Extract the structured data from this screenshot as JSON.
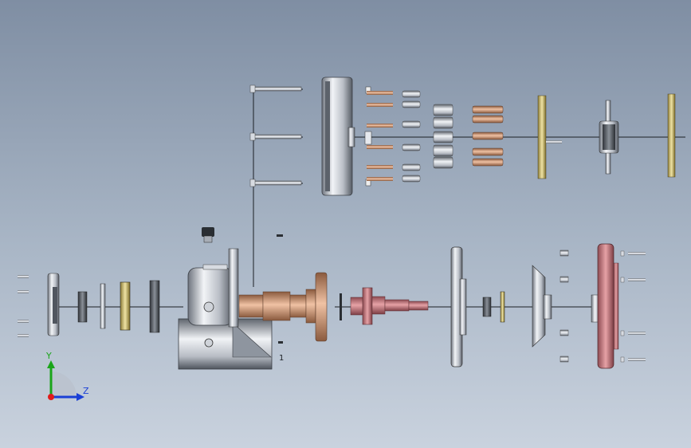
{
  "viewport": {
    "background_top": "#7f8ea3",
    "background_bottom": "#c9d2de"
  },
  "triad": {
    "y_label": "Y",
    "z_label": "Z",
    "y_color": "#1aa51a",
    "z_color": "#1a3fd6",
    "x_color": "#e01b1b"
  },
  "annotations": {
    "small_label": "1"
  },
  "colors": {
    "steel": "#c9ced6",
    "steel_dark": "#6f7682",
    "bronze": "#c98b6a",
    "copper_pink": "#d58b8f",
    "brass": "#cdb86a"
  }
}
